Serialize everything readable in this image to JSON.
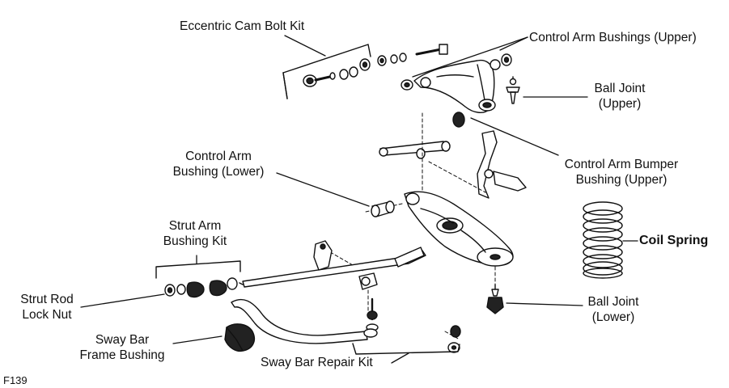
{
  "labels": {
    "eccentric_cam_bolt_kit": "Eccentric Cam Bolt Kit",
    "control_arm_bushings_upper": "Control Arm Bushings (Upper)",
    "ball_joint_upper_1": "Ball Joint",
    "ball_joint_upper_2": "(Upper)",
    "control_arm_bumper_bushing_1": "Control Arm Bumper",
    "control_arm_bumper_bushing_2": "Bushing (Upper)",
    "control_arm_bushing_lower_1": "Control Arm",
    "control_arm_bushing_lower_2": "Bushing (Lower)",
    "coil_spring": "Coil Spring",
    "strut_arm_bushing_kit_1": "Strut Arm",
    "strut_arm_bushing_kit_2": "Bushing Kit",
    "strut_rod_lock_nut_1": "Strut Rod",
    "strut_rod_lock_nut_2": "Lock Nut",
    "ball_joint_lower_1": "Ball Joint",
    "ball_joint_lower_2": "(Lower)",
    "sway_bar_frame_bushing_1": "Sway Bar",
    "sway_bar_frame_bushing_2": "Frame Bushing",
    "sway_bar_repair_kit": "Sway Bar Repair Kit",
    "figure_id": "F139"
  }
}
